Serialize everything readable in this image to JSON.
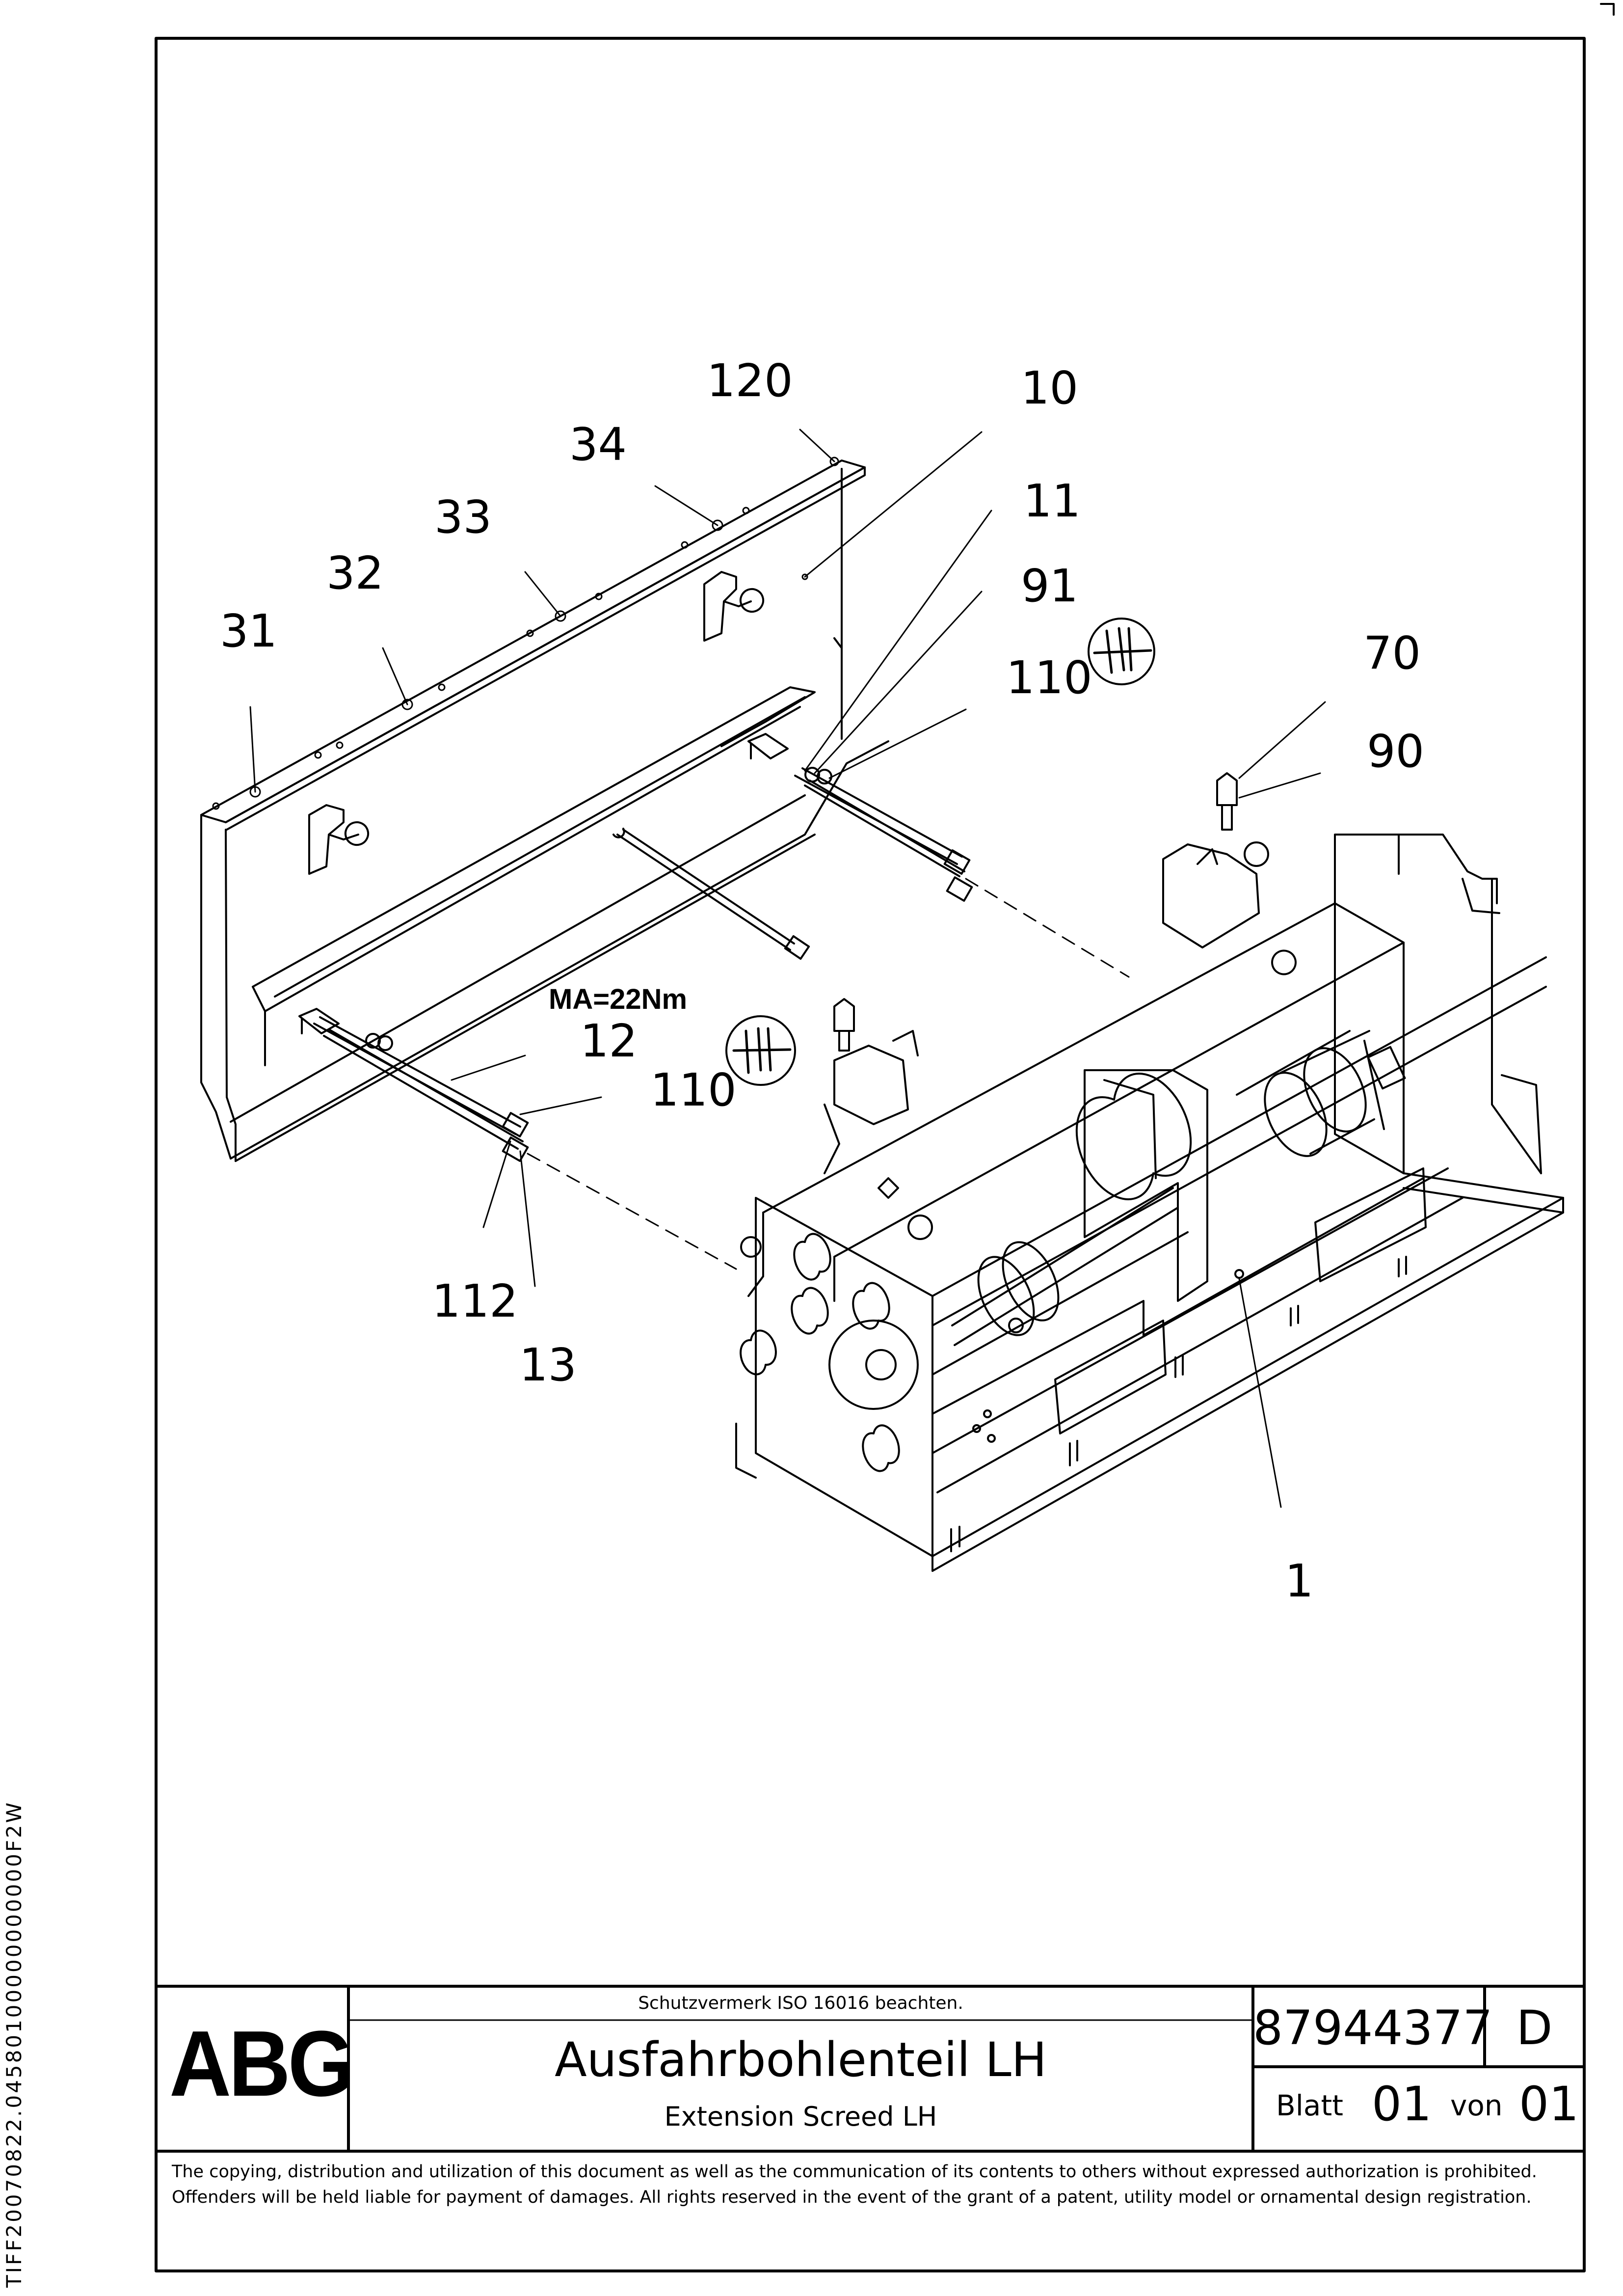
{
  "sidebar_code": "TIFF20070822.04580100000000000F2W",
  "callouts": {
    "c120": "120",
    "c10": "10",
    "c34": "34",
    "c11": "11",
    "c33": "33",
    "c91": "91",
    "c32": "32",
    "c31": "31",
    "c110a": "110",
    "c70": "70",
    "c90": "90",
    "c12": "12",
    "c110b": "110",
    "c112": "112",
    "c13": "13",
    "c1": "1"
  },
  "torque_note": "MA=22Nm",
  "title_block": {
    "logo": "ABG",
    "protection_note": "Schutzvermerk ISO 16016 beachten.",
    "title_de": "Ausfahrbohlenteil LH",
    "title_en": "Extension Screed LH",
    "part_number": "87944377",
    "revision": "D",
    "sheet_label": "Blatt",
    "sheet": "01",
    "of_label": "von",
    "sheet_total": "01"
  },
  "footer_text": "The copying, distribution and utilization of this document as well as the communication of its contents to others without expressed authorization is prohibited. Offenders will be held liable for payment of damages. All rights reserved in the event of the grant of a patent, utility model or ornamental design registration."
}
